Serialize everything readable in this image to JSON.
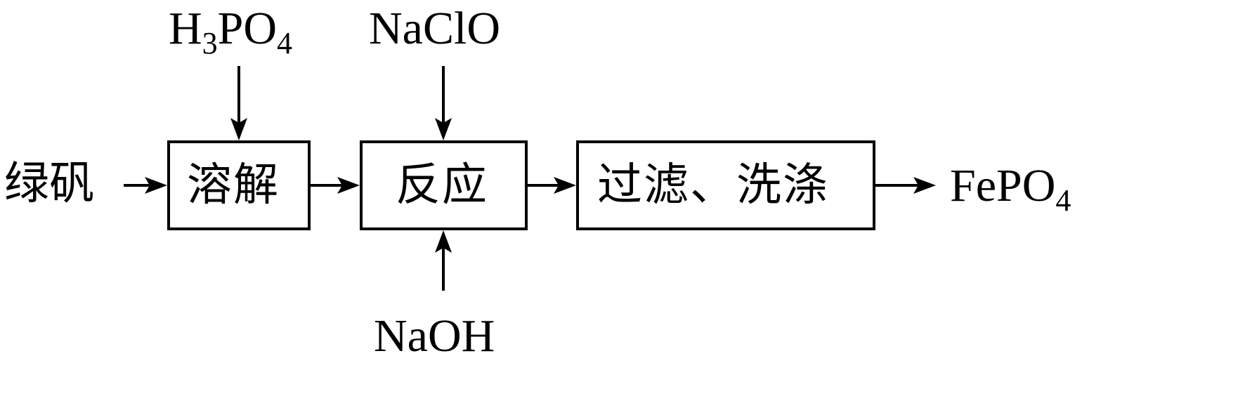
{
  "start_material": "绿矾",
  "reagents": {
    "h3po4": {
      "parts": [
        "H",
        "3",
        "PO",
        "4"
      ]
    },
    "naclo": "NaClO",
    "naoh": "NaOH"
  },
  "steps": [
    {
      "label": "溶解"
    },
    {
      "label": "反应"
    },
    {
      "label": "过滤、洗涤"
    }
  ],
  "product": {
    "parts": [
      "FePO",
      "4"
    ]
  },
  "colors": {
    "line": "#000000",
    "background": "#ffffff"
  }
}
